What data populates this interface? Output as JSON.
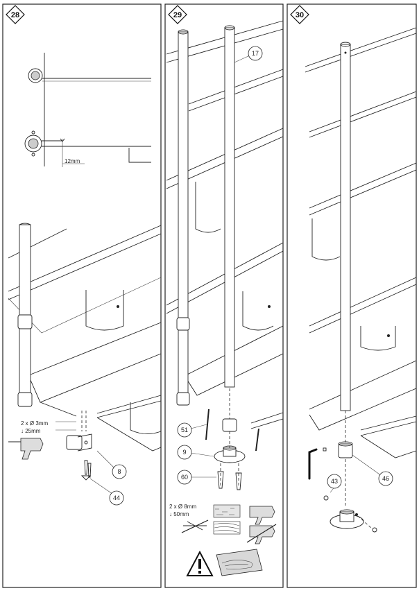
{
  "panels": [
    {
      "step": "28",
      "part_labels": {
        "bracket": "8",
        "screw": "44"
      },
      "measure": "12mm",
      "drill_line1": "2 x Ø 3mm",
      "drill_line2": "↓ 25mm"
    },
    {
      "step": "29",
      "part_labels": {
        "pole": "17",
        "sleeve": "51",
        "flange": "9",
        "plug": "60"
      },
      "drill_line1": "2 x Ø 8mm",
      "drill_line2": "↓ 50mm"
    },
    {
      "step": "30",
      "part_labels": {
        "grub_screw": "43",
        "collar": "46"
      }
    }
  ],
  "icons": [
    "warning-triangle-icon",
    "underfloor-heating-icon",
    "drill-icon",
    "allen-key-icon"
  ]
}
